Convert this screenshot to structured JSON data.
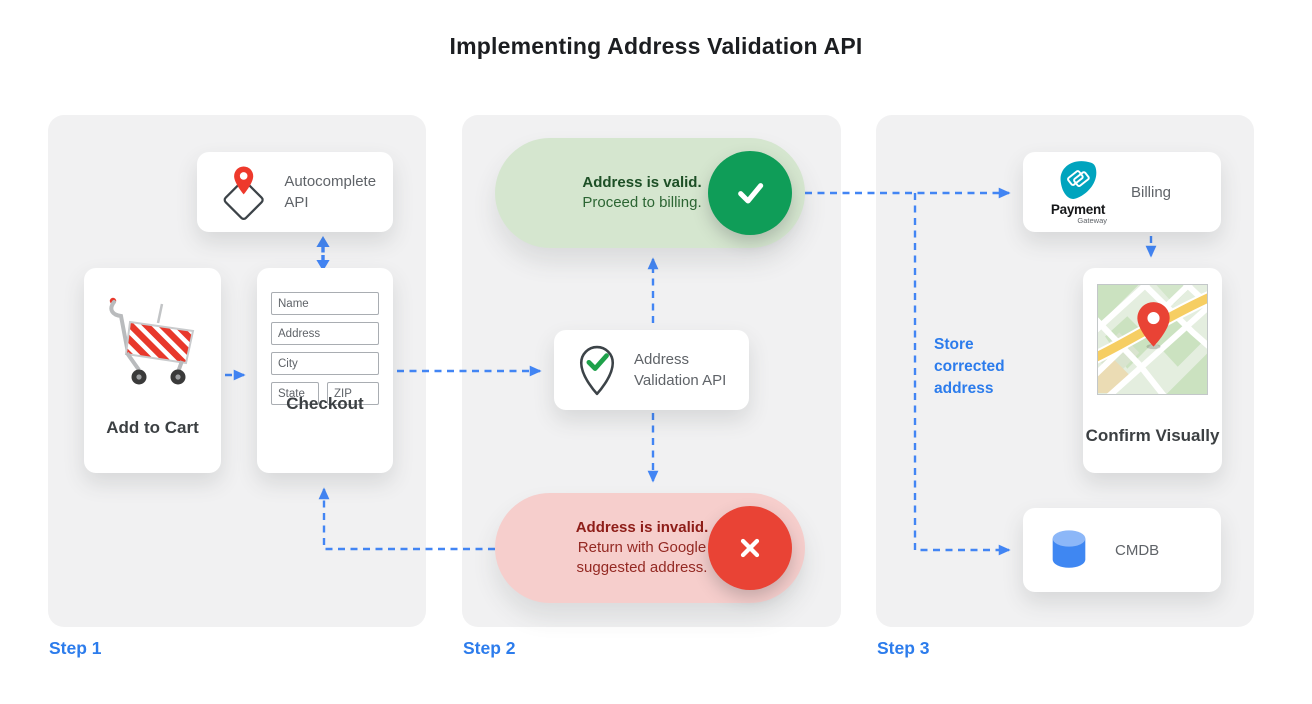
{
  "title": "Implementing Address Validation API",
  "colors": {
    "arrow_blue": "#4285F4",
    "step_label_blue": "#2C7CEC",
    "valid_circle_green": "#0F9D58",
    "valid_pill_bg": "#D5E6CF",
    "valid_text_green": "#1D4F26",
    "invalid_circle_red": "#E94335",
    "invalid_pill_bg": "#F6CECC",
    "invalid_text_red": "#8E1D18",
    "panel_bg": "#F1F1F2",
    "card_text_gray": "#5F6368",
    "payment_logo_teal": "#00A4BE",
    "cmdb_blue": "#3F87F2"
  },
  "icons": {
    "autocomplete_api": "red-map-pin-over-diamond-icon",
    "address_validation": "map-pin-outline-with-green-check-icon",
    "add_to_cart": "red-striped-shopping-cart-icon",
    "valid": "white-checkmark-in-green-circle-icon",
    "invalid": "white-x-in-red-circle-icon",
    "billing": "payment-gateway-teal-logo",
    "confirm_visually": "street-map-thumbnail-with-red-pin",
    "cmdb": "blue-database-cylinder-icon"
  },
  "step1": {
    "label": "Step 1",
    "autocomplete_card": {
      "label": "Autocomplete API"
    },
    "add_to_cart_card": {
      "label": "Add to Cart"
    },
    "checkout_card": {
      "label": "Checkout",
      "fields": [
        "Name",
        "Address",
        "City",
        "State",
        "ZIP"
      ]
    }
  },
  "step2": {
    "label": "Step 2",
    "valid_pill": {
      "title": "Address is valid.",
      "subtitle": "Proceed to billing."
    },
    "validation_card": {
      "label": "Address Validation API"
    },
    "invalid_pill": {
      "title": "Address is invalid.",
      "subtitle": "Return with Google suggested address."
    }
  },
  "step3": {
    "label": "Step 3",
    "billing_card": {
      "label": "Billing",
      "logo_title": "Payment",
      "logo_subtitle": "Gateway"
    },
    "confirm_card": {
      "label": "Confirm Visually"
    },
    "cmdb_card": {
      "label": "CMDB"
    },
    "store_note": "Store corrected address"
  }
}
